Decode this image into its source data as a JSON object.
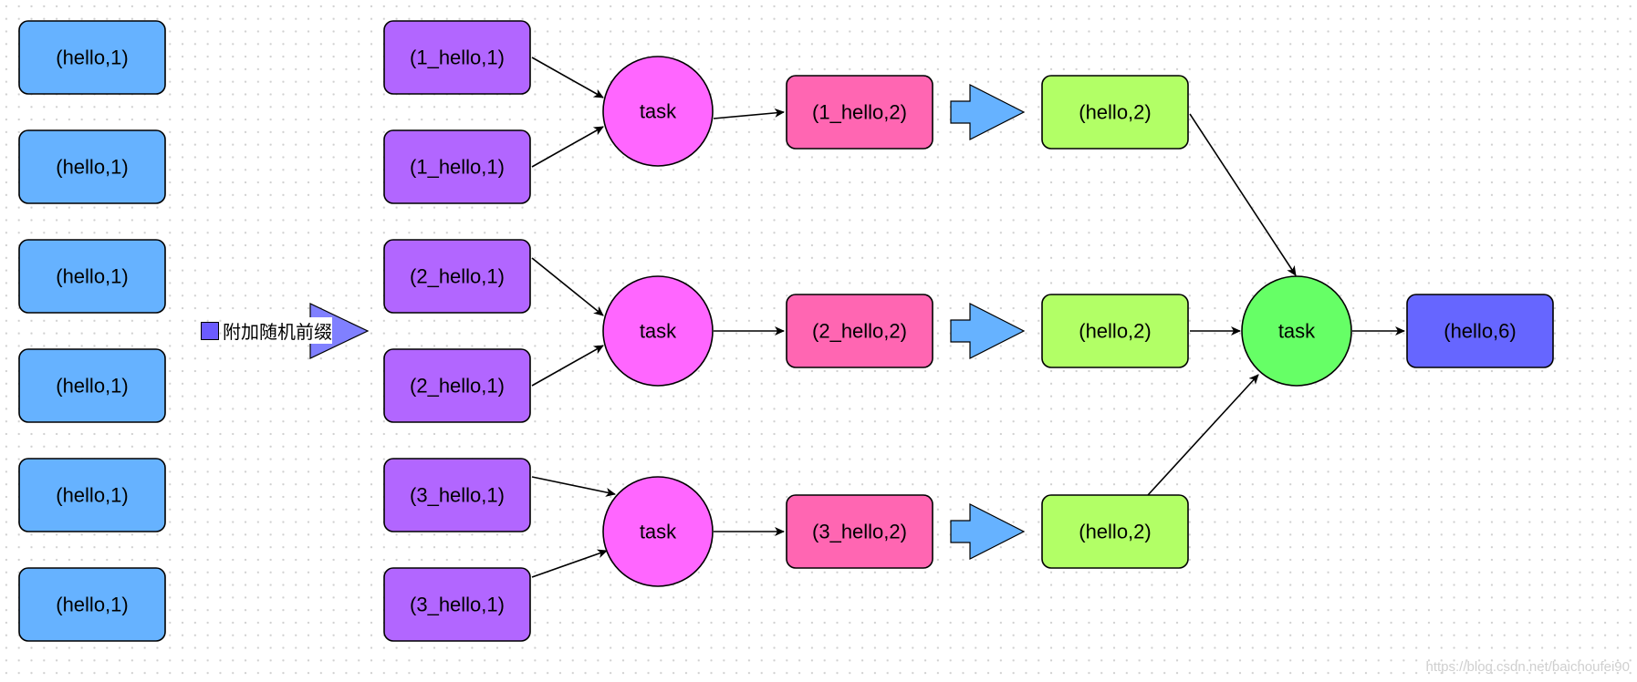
{
  "colors": {
    "input": "#66b2ff",
    "prefixed": "#b266ff",
    "task": "#ff66ff",
    "partial": "#ff66b2",
    "stripped": "#b2ff66",
    "final_task": "#66ff66",
    "result": "#6666ff",
    "block_arrow": "#66b2ff",
    "label_arrow": "#8080ff"
  },
  "column_1": [
    "(hello,1)",
    "(hello,1)",
    "(hello,1)",
    "(hello,1)",
    "(hello,1)",
    "(hello,1)"
  ],
  "prefix_label": "附加随机前缀",
  "column_2": [
    "(1_hello,1)",
    "(1_hello,1)",
    "(2_hello,1)",
    "(2_hello,1)",
    "(3_hello,1)",
    "(3_hello,1)"
  ],
  "task_label": "task",
  "column_3": [
    "(1_hello,2)",
    "(2_hello,2)",
    "(3_hello,2)"
  ],
  "column_4": [
    "(hello,2)",
    "(hello,2)",
    "(hello,2)"
  ],
  "final_task_label": "task",
  "result": "(hello,6)",
  "watermark": "https://blog.csdn.net/baichoufei90"
}
